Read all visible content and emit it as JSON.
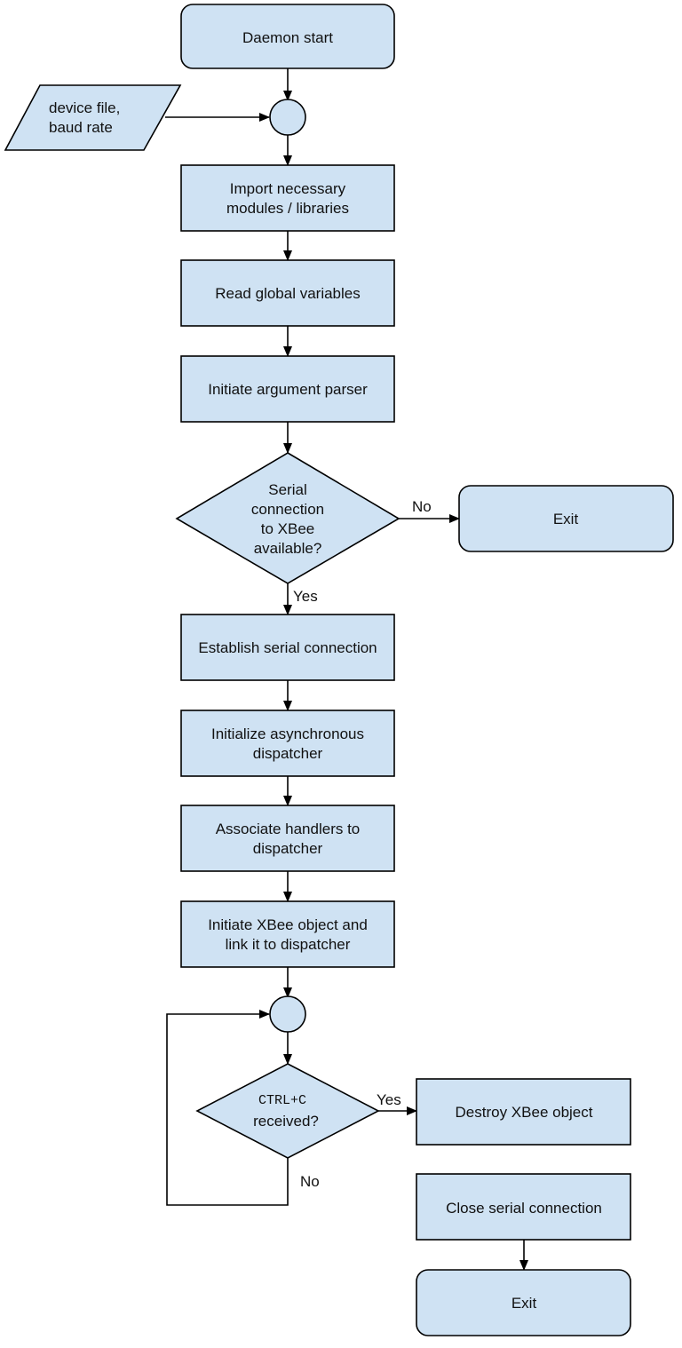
{
  "nodes": {
    "daemon_start": "Daemon start",
    "input": [
      "device file,",
      "baud rate"
    ],
    "import": [
      "Import necessary",
      "modules / libraries"
    ],
    "read_globals": "Read global variables",
    "arg_parser": "Initiate argument parser",
    "decision_serial": [
      "Serial",
      "connection",
      "to XBee",
      "available?"
    ],
    "exit_1": "Exit",
    "establish": "Establish serial connection",
    "init_dispatcher": [
      "Initialize asynchronous",
      "dispatcher"
    ],
    "associate": [
      "Associate handlers to",
      "dispatcher"
    ],
    "init_xbee": [
      "Initiate XBee object and",
      "link it to dispatcher"
    ],
    "decision_ctrlc": {
      "code": "CTRL+C",
      "text": "received?"
    },
    "destroy": "Destroy XBee object",
    "close_serial": "Close serial connection",
    "exit_2": "Exit"
  },
  "edge_labels": {
    "serial_no": "No",
    "serial_yes": "Yes",
    "ctrlc_yes": "Yes",
    "ctrlc_no": "No"
  },
  "colors": {
    "fill": "#cfe2f3",
    "stroke": "#000000"
  }
}
